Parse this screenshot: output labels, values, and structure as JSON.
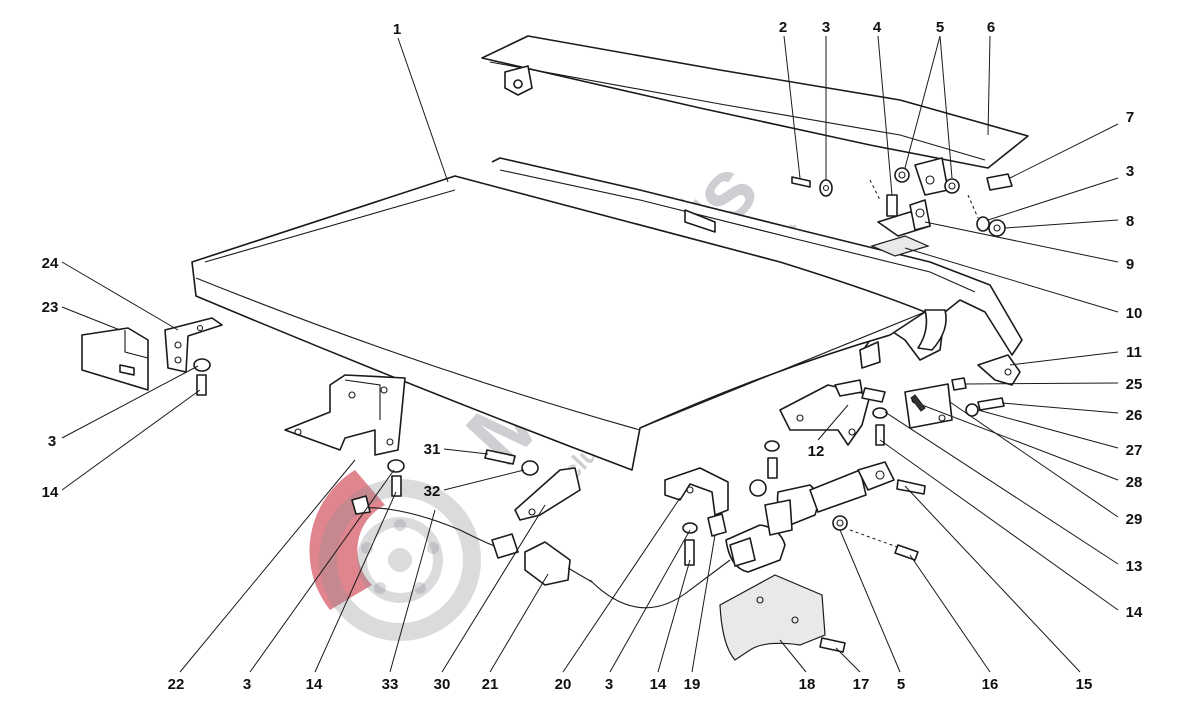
{
  "watermark": {
    "brand": "Masparts",
    "tagline": "Exclusive Car Parts Specialist",
    "brand_color": "#8c8f96",
    "accent_color": "#c7212f"
  },
  "callouts": [
    {
      "id": "c1",
      "label": "1"
    },
    {
      "id": "c2",
      "label": "2"
    },
    {
      "id": "c3a",
      "label": "3"
    },
    {
      "id": "c4",
      "label": "4"
    },
    {
      "id": "c5a",
      "label": "5"
    },
    {
      "id": "c6",
      "label": "6"
    },
    {
      "id": "c7",
      "label": "7"
    },
    {
      "id": "c3b",
      "label": "3"
    },
    {
      "id": "c8",
      "label": "8"
    },
    {
      "id": "c9",
      "label": "9"
    },
    {
      "id": "c10",
      "label": "10"
    },
    {
      "id": "c11",
      "label": "11"
    },
    {
      "id": "c25",
      "label": "25"
    },
    {
      "id": "c26",
      "label": "26"
    },
    {
      "id": "c27",
      "label": "27"
    },
    {
      "id": "c28",
      "label": "28"
    },
    {
      "id": "c29",
      "label": "29"
    },
    {
      "id": "c13",
      "label": "13"
    },
    {
      "id": "c14a",
      "label": "14"
    },
    {
      "id": "c15",
      "label": "15"
    },
    {
      "id": "c16",
      "label": "16"
    },
    {
      "id": "c5b",
      "label": "5"
    },
    {
      "id": "c17",
      "label": "17"
    },
    {
      "id": "c18",
      "label": "18"
    },
    {
      "id": "c19",
      "label": "19"
    },
    {
      "id": "c14b",
      "label": "14"
    },
    {
      "id": "c3c",
      "label": "3"
    },
    {
      "id": "c20",
      "label": "20"
    },
    {
      "id": "c21",
      "label": "21"
    },
    {
      "id": "c30",
      "label": "30"
    },
    {
      "id": "c33",
      "label": "33"
    },
    {
      "id": "c14c",
      "label": "14"
    },
    {
      "id": "c3d",
      "label": "3"
    },
    {
      "id": "c22",
      "label": "22"
    },
    {
      "id": "c12",
      "label": "12"
    },
    {
      "id": "c31",
      "label": "31"
    },
    {
      "id": "c32",
      "label": "32"
    },
    {
      "id": "c24",
      "label": "24"
    },
    {
      "id": "c23",
      "label": "23"
    },
    {
      "id": "c3e",
      "label": "3"
    },
    {
      "id": "c14d",
      "label": "14"
    }
  ]
}
